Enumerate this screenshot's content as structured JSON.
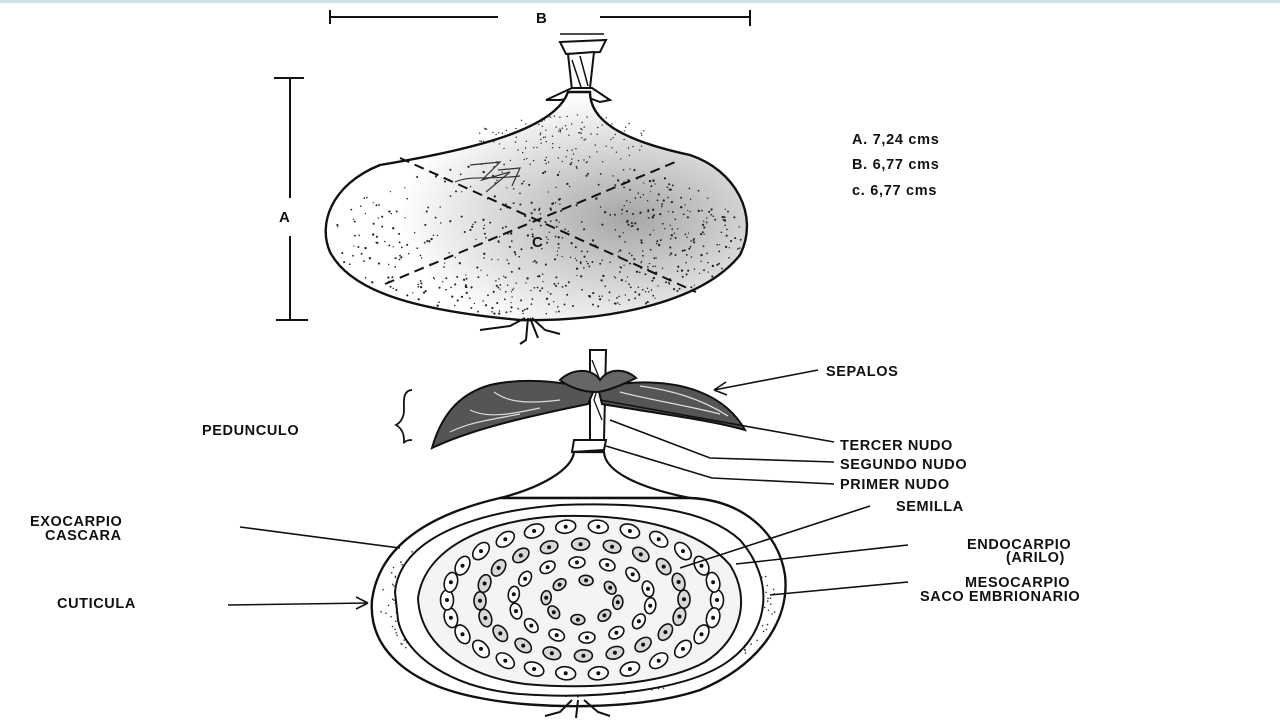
{
  "dimensions": {
    "a_label": "A",
    "b_label": "B",
    "c_label": "C"
  },
  "measurements": [
    "A. 7,24 cms",
    "B. 6,77 cms",
    "c. 6,77 cms"
  ],
  "labels": {
    "sepalos": "SEPALOS",
    "pedunculo": "PEDUNCULO",
    "tercer_nudo": "TERCER NUDO",
    "segundo_nudo": "SEGUNDO NUDO",
    "primer_nudo": "PRIMER NUDO",
    "semilla": "SEMILLA",
    "exocarpio_line1": "EXOCARPIO",
    "exocarpio_line2": "CASCARA",
    "endocarpio_line1": "ENDOCARPIO",
    "endocarpio_line2": "(ARILO)",
    "mesocarpio_line1": "MESOCARPIO",
    "mesocarpio_line2": "SACO EMBRIONARIO",
    "cuticula": "CUTICULA"
  }
}
